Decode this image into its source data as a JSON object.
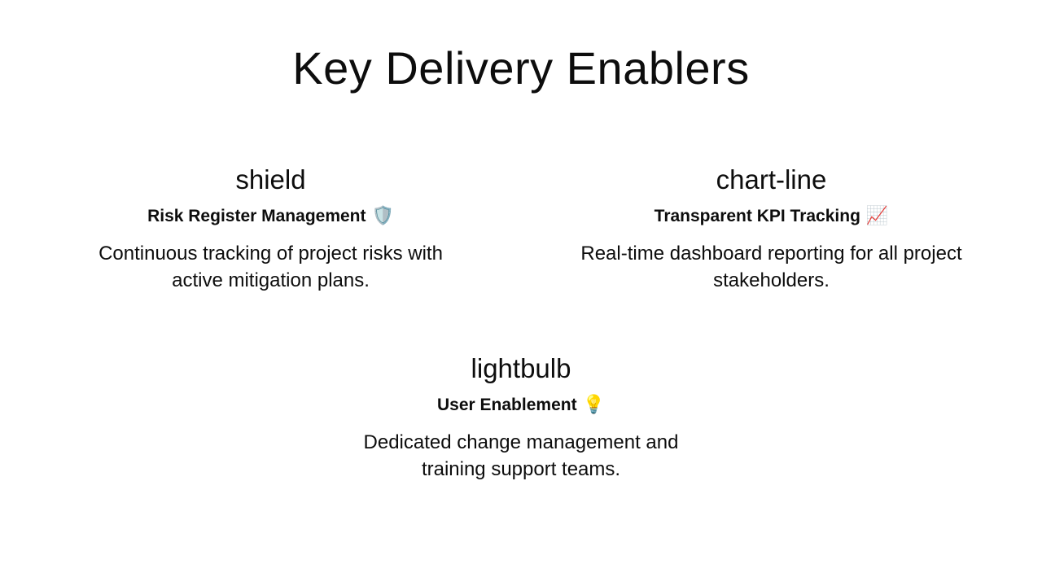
{
  "slide": {
    "title": "Key Delivery Enablers",
    "cards": [
      {
        "icon_label": "shield",
        "icon_glyph": "🛡️",
        "heading": "Risk Register Management",
        "description": "Continuous tracking of project risks with active mitigation plans."
      },
      {
        "icon_label": "chart-line",
        "icon_glyph": "📈",
        "heading": "Transparent KPI Tracking",
        "description": "Real-time dashboard reporting for all project stakeholders."
      },
      {
        "icon_label": "lightbulb",
        "icon_glyph": "💡",
        "heading": "User Enablement",
        "description": "Dedicated change management and training support teams."
      }
    ]
  }
}
